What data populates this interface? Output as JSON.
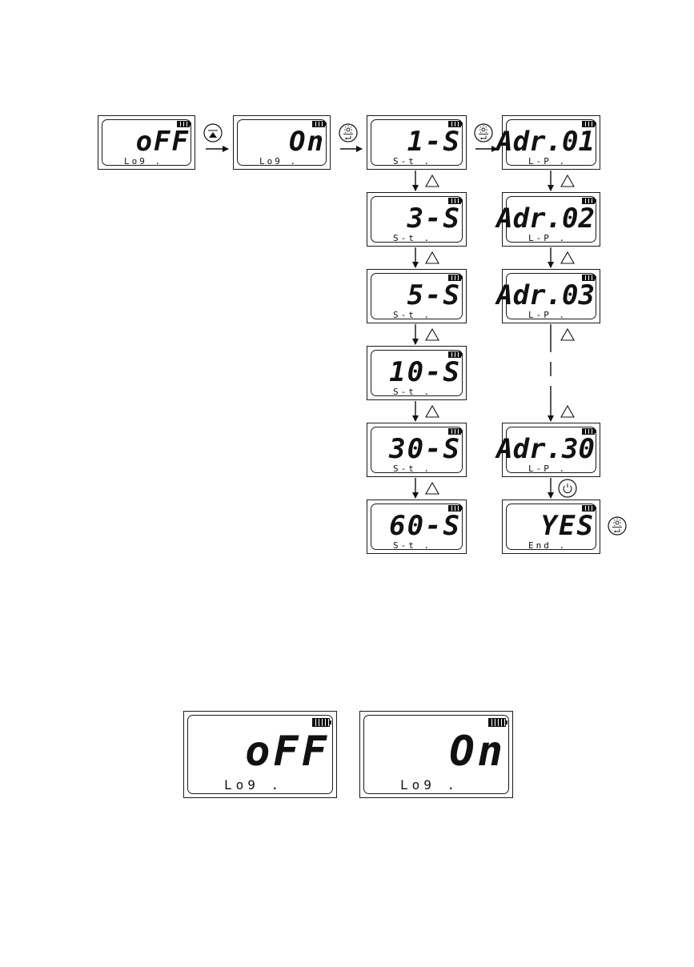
{
  "displays": [
    {
      "id": "log-off",
      "main": "oFF",
      "sub": "Lo9 ."
    },
    {
      "id": "log-on",
      "main": "On",
      "sub": "Lo9 ."
    },
    {
      "id": "st-1",
      "main": "1-S",
      "sub": "S-t ."
    },
    {
      "id": "st-3",
      "main": "3-S",
      "sub": "S-t ."
    },
    {
      "id": "st-5",
      "main": "5-S",
      "sub": "S-t ."
    },
    {
      "id": "st-10",
      "main": "10-S",
      "sub": "S-t ."
    },
    {
      "id": "st-30",
      "main": "30-S",
      "sub": "S-t ."
    },
    {
      "id": "st-60",
      "main": "60-S",
      "sub": "S-t ."
    },
    {
      "id": "adr-01",
      "main": "Adr.01",
      "sub": "L-P ."
    },
    {
      "id": "adr-02",
      "main": "Adr.02",
      "sub": "L-P ."
    },
    {
      "id": "adr-03",
      "main": "Adr.03",
      "sub": "L-P ."
    },
    {
      "id": "adr-30",
      "main": "Adr.30",
      "sub": "L-P ."
    },
    {
      "id": "end-yes",
      "main": "YES",
      "sub": "End ."
    }
  ],
  "bottom_displays": [
    {
      "id": "big-off",
      "main": "oFF",
      "sub": "Lo9 ."
    },
    {
      "id": "big-on",
      "main": "On",
      "sub": "Lo9 ."
    }
  ],
  "icons": {
    "up_button": "up-triangle-button-icon",
    "light_enter": "light-enter-button-icon",
    "power": "power-button-icon",
    "step": "triangle-icon"
  }
}
